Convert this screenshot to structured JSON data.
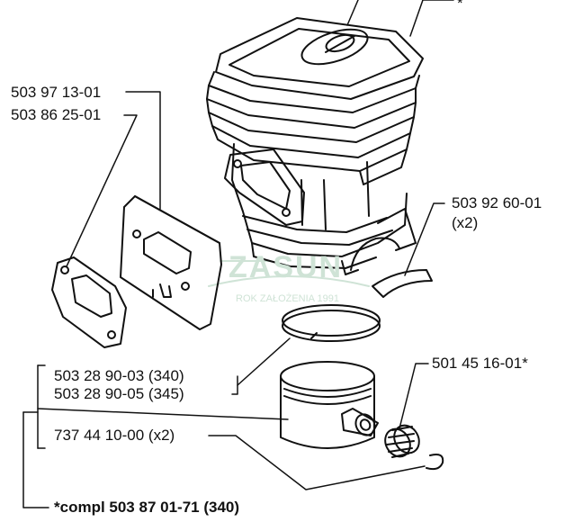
{
  "watermark": {
    "brand": "ZASUN",
    "tagline": "ROK ZAŁOŻENIA 1991"
  },
  "labels": {
    "top_asterisk": "*",
    "gasket_a": "503 97 13-01",
    "gasket_b": "503 86 25-01",
    "insulator": "503 92 60-01",
    "insulator_qty": "(x2)",
    "bearing": "501 45 16-01*",
    "ring_340": "503 28 90-03 (340)",
    "ring_345": "503 28 90-05 (345)",
    "circlip": "737 44 10-00 (x2)",
    "complete": "*compl 503 87 01-71 (340)"
  },
  "colors": {
    "line": "#111111",
    "watermark": "#cfe3d6"
  }
}
